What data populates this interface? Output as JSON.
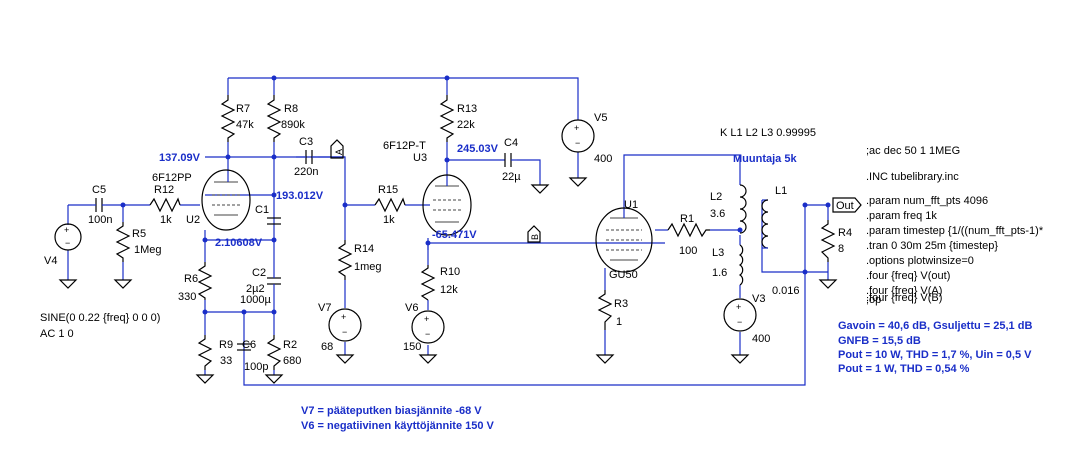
{
  "components": {
    "R7": {
      "name": "R7",
      "value": "47k"
    },
    "R8": {
      "name": "R8",
      "value": "890k"
    },
    "R13": {
      "name": "R13",
      "value": "22k"
    },
    "C3": {
      "name": "C3",
      "value": "220n"
    },
    "C4": {
      "name": "C4",
      "value": "22µ"
    },
    "V5": {
      "name": "V5",
      "value": "400"
    },
    "C5": {
      "name": "C5",
      "value": "100n"
    },
    "R12": {
      "name": "R12",
      "value": "1k"
    },
    "R5": {
      "name": "R5",
      "value": "1Meg"
    },
    "U2": {
      "name": "U2",
      "model": "6F12PP"
    },
    "U3": {
      "name": "U3",
      "model": "6F12P-T"
    },
    "C1": {
      "name": "C1",
      "value": "2µ2"
    },
    "C2": {
      "name": "C2",
      "value": "1000µ"
    },
    "R6": {
      "name": "R6",
      "value": "330"
    },
    "R9": {
      "name": "R9",
      "value": "33"
    },
    "C6": {
      "name": "C6",
      "value": "100p"
    },
    "R2": {
      "name": "R2",
      "value": "680"
    },
    "R15": {
      "name": "R15",
      "value": "1k"
    },
    "R14": {
      "name": "R14",
      "value": "1meg"
    },
    "V7": {
      "name": "V7",
      "value": "68"
    },
    "R10": {
      "name": "R10",
      "value": "12k"
    },
    "V6": {
      "name": "V6",
      "value": "150"
    },
    "U1": {
      "name": "U1",
      "model": "GU50"
    },
    "R1": {
      "name": "R1",
      "value": "100"
    },
    "R3": {
      "name": "R3",
      "value": "1"
    },
    "L2": {
      "name": "L2",
      "value": "3.6"
    },
    "L3": {
      "name": "L3",
      "value": "1.6"
    },
    "L1": {
      "name": "L1",
      "value": "0.016"
    },
    "V3": {
      "name": "V3",
      "value": "400"
    },
    "R4": {
      "name": "R4",
      "value": "8"
    },
    "V4": {
      "name": "V4"
    }
  },
  "voltages": {
    "v1": "137.09V",
    "v2": "193.012V",
    "v3": "2.10608V",
    "v4": "245.03V",
    "v5": "-65.471V"
  },
  "net_labels": {
    "a": "A",
    "b": "B",
    "out": "Out"
  },
  "source_spec": {
    "line1": "SINE(0 0.22 {freq} 0 0 0)",
    "line2": "AC 1 0"
  },
  "coupling": "K L1 L2 L3 0.99995",
  "transformer_note": "Muuntaja 5k",
  "directives": [
    ";ac dec 50 1 1MEG",
    ".INC tubelibrary.inc",
    ".param num_fft_pts 4096",
    ".param freq 1k",
    ".param timestep {1/((num_fft_pts-1)*",
    ".tran 0 30m 25m {timestep}",
    ".options plotwinsize=0",
    ".four {freq} V(out)",
    ".four {freq} V(A)",
    ".four {freq} V(B)",
    ";op"
  ],
  "results": [
    "Gavoin = 40,6 dB, Gsuljettu = 25,1 dB",
    "GNFB = 15,5 dB",
    "Pout = 10  W, THD = 1,7 %, Uin = 0,5 V",
    "Pout = 1 W, THD = 0,54 %"
  ],
  "notes": [
    "V7 = pääteputken biasjännite -68 V",
    "V6 = negatiivinen käyttöjännite 150 V"
  ],
  "colors": {
    "wire": "#1a2ec8",
    "component": "#000000",
    "background": "#ffffff"
  }
}
